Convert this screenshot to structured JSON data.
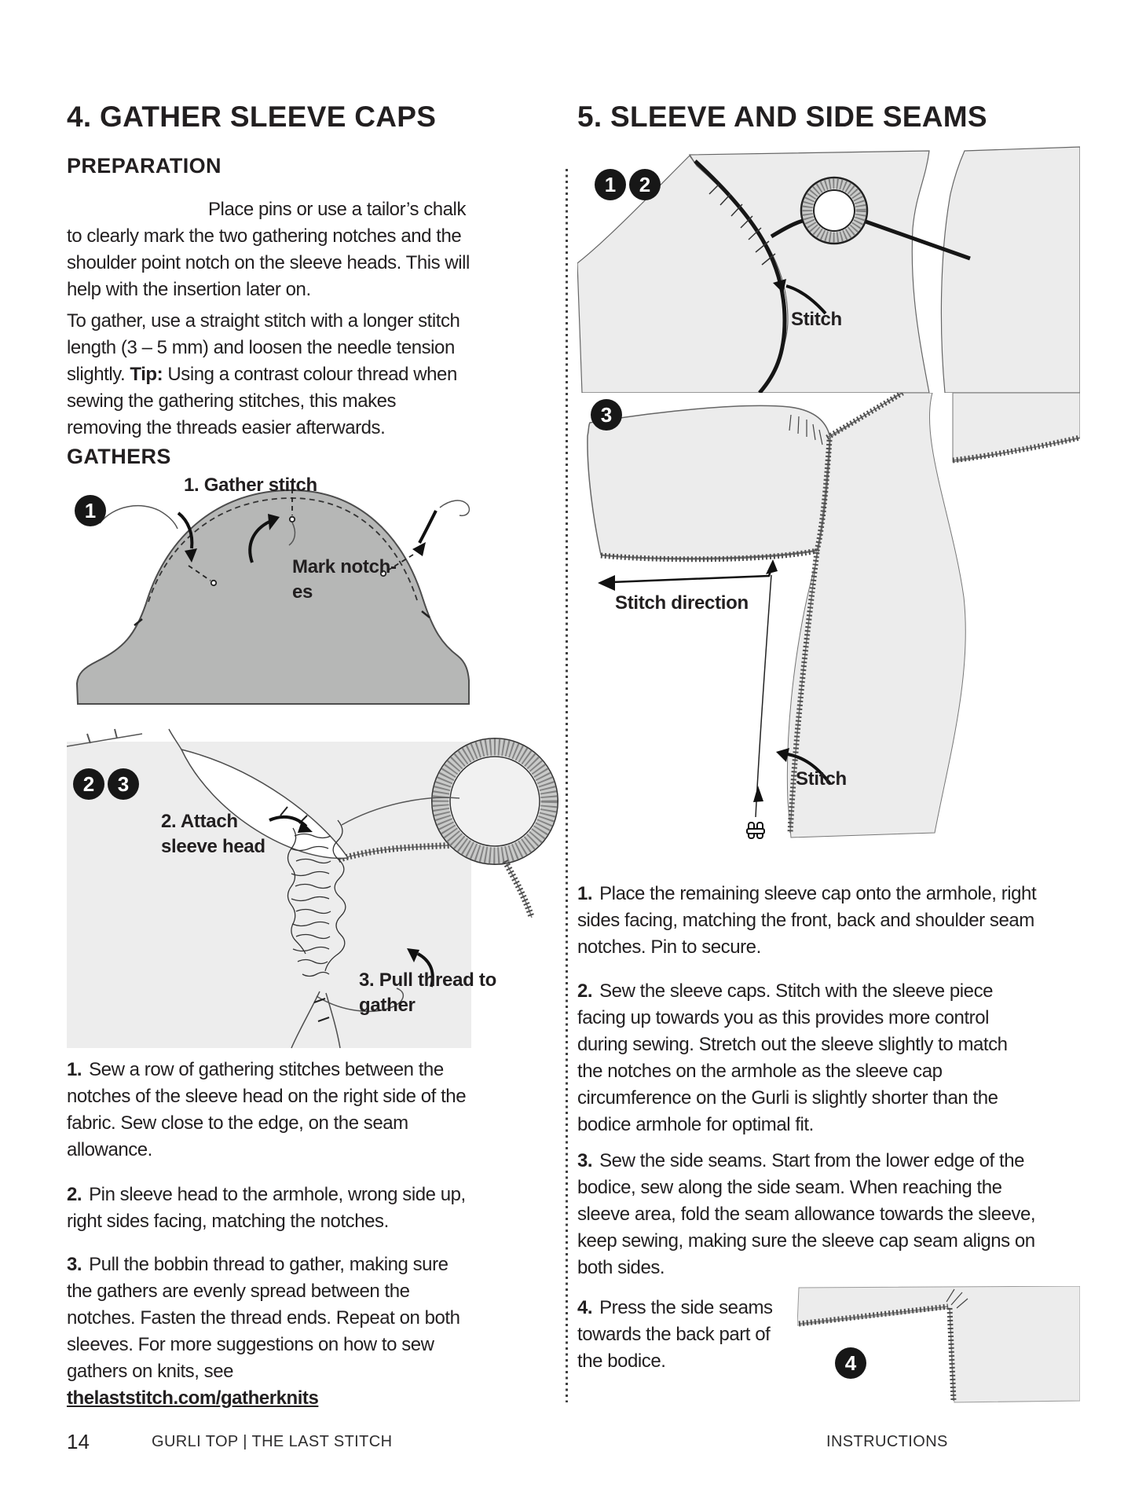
{
  "left_column": {
    "heading": "4. GATHER SLEEVE CAPS",
    "preparation": {
      "heading": "PREPARATION",
      "para1": "Place pins or use a tailor’s chalk to clearly mark the two gathering notches and the shoulder point notch on the sleeve heads. This will help with the insertion later on.",
      "para2_pre": "To gather, use a straight stitch with a longer stitch length (3 – 5 mm) and loosen the needle tension slightly. ",
      "para2_tip_label": "Tip:",
      "para2_post": " Using a contrast colour thread when sewing the gathering stitches, this makes removing the threads easier afterwards."
    },
    "gathers": {
      "heading": "GATHERS",
      "diagram_gather": {
        "badge": "1",
        "caption": "1. Gather stitch",
        "label_notches": "Mark notch-\nes"
      },
      "diagram_attach": {
        "badge_2": "2",
        "badge_3": "3",
        "label_attach": "2. Attach\nsleeve head",
        "label_pull": "3. Pull thread to\ngather"
      },
      "steps": [
        {
          "num": "1.",
          "text": "Sew a row of gathering stitches between the notches of the sleeve head on the right side of the fabric. Sew close to the edge, on the seam allowance."
        },
        {
          "num": "2.",
          "text": "Pin sleeve head to the armhole, wrong side up, right sides facing, matching the notches."
        },
        {
          "num": "3.",
          "text": "Pull the bobbin thread to gather, making sure the gathers are evenly spread between the notches. Fasten the thread ends. Repeat on both sleeves. For more suggestions on how to sew gathers on knits, see",
          "link": "thelaststitch.com/gatherknits"
        }
      ]
    }
  },
  "right_column": {
    "heading": "5. SLEEVE AND SIDE SEAMS",
    "diagram_sew_caps": {
      "badge_1": "1",
      "badge_2": "2",
      "label_stitch": "Stitch"
    },
    "diagram_side_seams": {
      "badge": "3",
      "label_direction": "Stitch direction",
      "label_stitch": "Stitch"
    },
    "diagram_press": {
      "badge": "4"
    },
    "steps": [
      {
        "num": "1.",
        "text": "Place the remaining sleeve cap onto the armhole, right sides facing, matching the front, back and shoulder seam notches. Pin to secure."
      },
      {
        "num": "2.",
        "text": "Sew the sleeve caps. Stitch with the sleeve piece facing up towards you as this provides more control during sewing. Stretch out the sleeve slightly to match the notches on the armhole as the sleeve cap circumference on the Gurli is slightly shorter than the bodice armhole for optimal fit."
      },
      {
        "num": "3.",
        "text": "Sew the side seams. Start from the lower edge of the bodice, sew along the side seam. When reaching the sleeve area, fold the seam allowance towards the sleeve, keep sewing, making sure the sleeve cap seam aligns on both sides."
      },
      {
        "num": "4.",
        "text": "Press the side seams towards the back part of the bodice."
      }
    ]
  },
  "footer": {
    "page_number": "14",
    "doc_title": "GURLI TOP | THE LAST STITCH",
    "section": "INSTRUCTIONS"
  },
  "colors": {
    "text": "#221f20",
    "fabric_dark": "#b6b7b6",
    "fabric_light": "#ececec",
    "badge": "#171717"
  }
}
